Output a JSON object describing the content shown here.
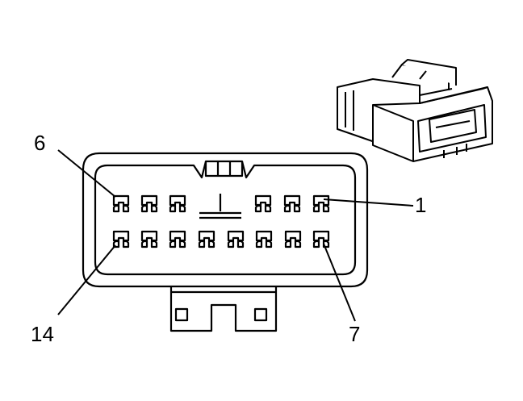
{
  "callouts": {
    "top_left": "6",
    "right": "1",
    "bottom_left": "14",
    "bottom_right": "7"
  },
  "connector": {
    "row_top_terminal_count": 6,
    "row_bottom_terminal_count": 8
  }
}
